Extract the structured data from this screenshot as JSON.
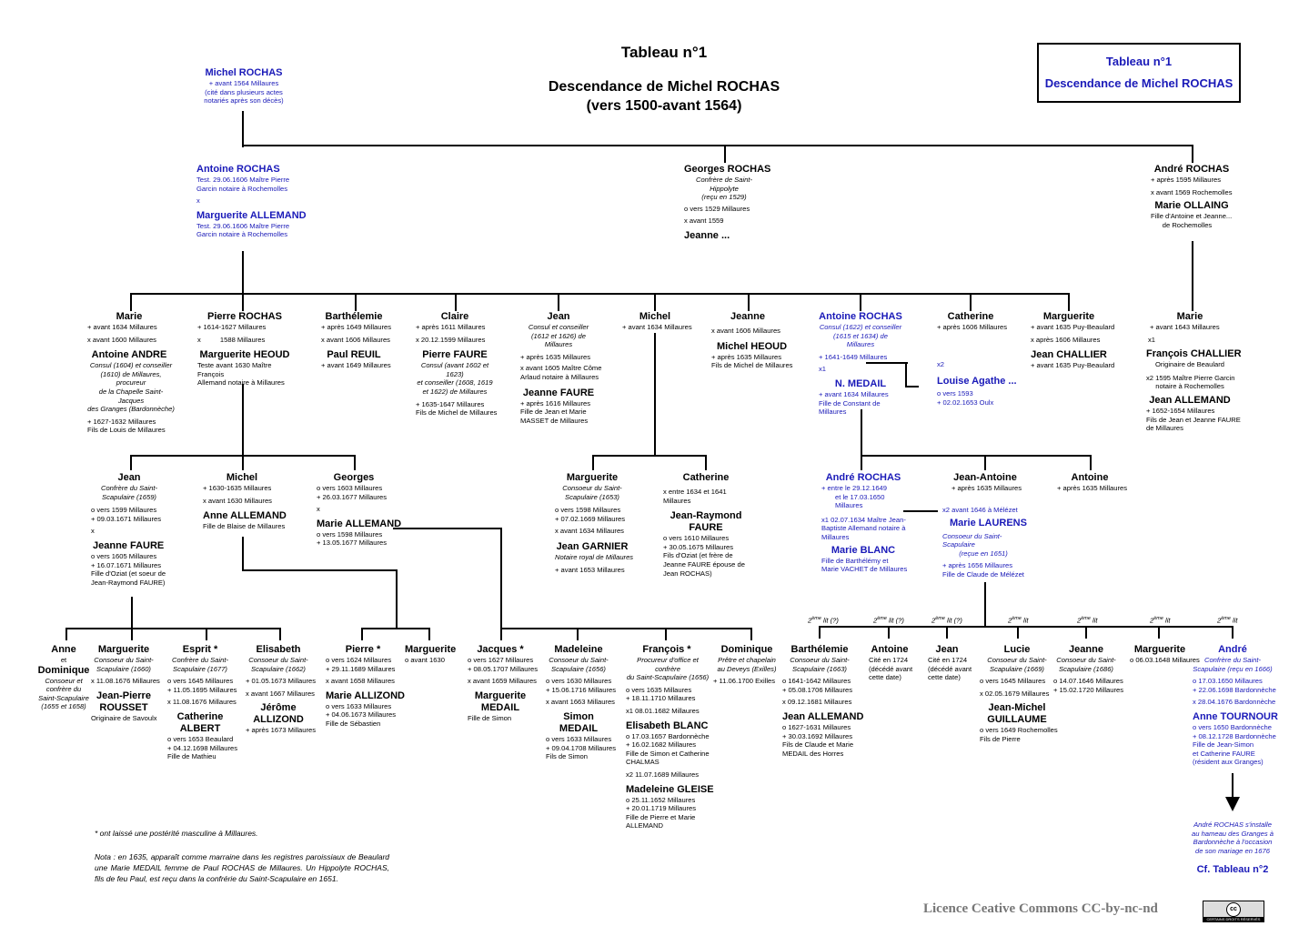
{
  "header": {
    "title1": "Tableau n°1",
    "title2": "Descendance de Michel ROCHAS",
    "title3": "(vers 1500-avant 1564)",
    "box_line1": "Tableau n°1",
    "box_line2": "Descendance de Michel ROCHAS"
  },
  "gen0": {
    "name": "Michel ROCHAS",
    "d1": "+ avant 1564 Millaures",
    "d2": "(cité dans plusieurs actes",
    "d3": "notariés après son décès)"
  },
  "gen1": {
    "antoine": {
      "name": "Antoine ROCHAS",
      "l1": "Test. 29.06.1606 Maître Pierre",
      "l2": "Garcin notaire à Rochemolles",
      "x": "x",
      "spouse": "Marguerite ALLEMAND",
      "s1": "Test. 29.06.1606 Maître Pierre",
      "s2": "Garcin notaire à Rochemolles"
    },
    "georges": {
      "name": "Georges ROCHAS",
      "l1": "Confrère de Saint-Hippolyte",
      "l2": "(reçu en 1529)",
      "l3": "o   vers 1529 Millaures",
      "l4": "x avant 1559",
      "spouse": "Jeanne ..."
    },
    "andre": {
      "name": "André ROCHAS",
      "l1": "+ après 1595 Millaures",
      "l2": "x avant 1569 Rochemolles",
      "spouse": "Marie OLLAING",
      "s1": "Fille d'Antoine et Jeanne...",
      "s2": "de Rochemolles"
    }
  },
  "gen2": {
    "marie": {
      "name": "Marie",
      "l1": "+ avant 1634 Millaures",
      "l2": "x avant 1600 Millaures",
      "spouse": "Antoine ANDRE",
      "s1": "Consul (1604) et conseiller",
      "s2": "(1610) de Millaures, procureur",
      "s3": "de la Chapelle Saint-Jacques",
      "s4": "des Granges (Bardonnèche)",
      "s5": "+ 1627-1632 Millaures",
      "s6": "Fils de Louis de Millaures"
    },
    "pierre": {
      "name": "Pierre ROCHAS",
      "l1": "+ 1614-1627 Millaures",
      "l2": "x          1588 Millaures",
      "spouse": "Marguerite HEOUD",
      "s1": "Teste avant 1630 Maître François",
      "s2": "Allemand notaire à Millaures"
    },
    "barthelemie": {
      "name": "Barthélemie",
      "l1": "+ après 1649 Millaures",
      "l2": "x avant 1606 Millaures",
      "spouse": "Paul REUIL",
      "s1": "+ avant 1649 Millaures"
    },
    "claire": {
      "name": "Claire",
      "l1": "+ après 1611 Millaures",
      "l2": "x 20.12.1599 Millaures",
      "spouse": "Pierre FAURE",
      "s1": "Consul (avant 1602 et 1623)",
      "s2": "et conseiller (1608, 1619",
      "s3": "et 1622) de Millaures",
      "s4": "+ 1635-1647 Millaures",
      "s5": "Fils de Michel de Millaures"
    },
    "jean": {
      "name": "Jean",
      "l1": "Consul et conseiller",
      "l2": "(1612 et 1626) de Millaures",
      "l3": "+ après 1635 Millaures",
      "l4": "x avant 1605 Maître Côme",
      "l5": "Arlaud notaire à Millaures",
      "spouse": "Jeanne FAURE",
      "s1": "+ après 1616 Millaures",
      "s2": "Fille de Jean et Marie",
      "s3": "MASSET de Millaures"
    },
    "michel": {
      "name": "Michel",
      "l1": "+ avant 1634 Millaures"
    },
    "jeanne": {
      "name": "Jeanne",
      "l1": "x avant 1606 Millaures",
      "spouse": "Michel HEOUD",
      "s1": "+ après 1635 Millaures",
      "s2": "Fils de Michel de Millaures"
    },
    "antoine": {
      "name": "Antoine ROCHAS",
      "l1": "Consul (1622) et conseiller",
      "l2": "(1615 et 1634) de Millaures",
      "l3": "+ 1641-1649 Millaures",
      "x1": "x1",
      "x2": "x2",
      "spouse1": "N. MEDAIL",
      "s1a": "+ avant 1634 Millaures",
      "s1b": "Fille de Constant de Millaures",
      "spouse2": "Louise Agathe ...",
      "s2a": "o   vers 1593",
      "s2b": "+ 02.02.1653 Oulx"
    },
    "catherine": {
      "name": "Catherine",
      "l1": "+ après 1606 Millaures"
    },
    "marguerite": {
      "name": "Marguerite",
      "l1": "+ avant 1635 Puy-Beaulard",
      "l2": "x après 1606 Millaures",
      "spouse": "Jean CHALLIER",
      "s1": "+ avant 1635 Puy-Beaulard"
    },
    "marie2": {
      "name": "Marie",
      "l1": "+ avant 1643 Millaures",
      "x1": "x1",
      "spouse1": "François CHALLIER",
      "s1": "Originaire de Beaulard",
      "x2": "x2 1595 Maître Pierre Garcin",
      "x2b": "notaire à Rochemolles",
      "spouse2": "Jean ALLEMAND",
      "s2a": "+  1652-1654 Millaures",
      "s2b": "Fils de Jean et Jeanne FAURE",
      "s2c": "de Millaures"
    }
  },
  "gen3": {
    "jean": {
      "name": "Jean",
      "l1": "Confrère du Saint-",
      "l2": "Scapulaire (1659)",
      "l3": "o   vers 1599 Millaures",
      "l4": "+ 09.03.1671 Millaures",
      "x": "x",
      "spouse": "Jeanne FAURE",
      "s1": "o   vers 1605 Millaures",
      "s2": "+ 16.07.1671 Millaures",
      "s3": "Fille d'Oziat (et soeur de",
      "s4": "Jean-Raymond FAURE)"
    },
    "michel": {
      "name": "Michel",
      "l1": "+ 1630-1635 Millaures",
      "l2": "x avant 1630 Millaures",
      "spouse": "Anne ALLEMAND",
      "s1": "Fille de Blaise de Millaures"
    },
    "georges": {
      "name": "Georges",
      "l1": "o   vers 1603 Millaures",
      "l2": "+ 26.03.1677 Millaures",
      "x": "x",
      "spouse": "Marie ALLEMAND",
      "s1": "o   vers 1598 Millaures",
      "s2": "+ 13.05.1677 Millaures"
    },
    "marguerite": {
      "name": "Marguerite",
      "l1": "Consoeur du Saint-",
      "l2": "Scapulaire (1653)",
      "l3": "o   vers 1598 Millaures",
      "l4": "+ 07.02.1669 Millaures",
      "l5": "x avant 1634 Millaures",
      "spouse": "Jean GARNIER",
      "s1": "Notaire royal de Millaures",
      "s2": "+ avant 1653 Millaures"
    },
    "catherine": {
      "name": "Catherine",
      "l1": "x entre 1634 et 1641 Millaures",
      "spouse1": "Jean-Raymond",
      "spouse2": "FAURE",
      "s1": "o   vers 1610 Millaures",
      "s2": "+ 30.05.1675 Millaures",
      "s3": "Fils d'Oziat (et frère de",
      "s4": "Jeanne FAURE épouse de",
      "s5": "Jean ROCHAS)"
    },
    "andre": {
      "name": "André ROCHAS",
      "l1": "+ entre le 29.12.1649",
      "l2": "et le 17.03.1650 Millaures",
      "l3": "x1 02.07.1634 Maître Jean-",
      "l4": "Baptiste Allemand notaire à",
      "l5": "Millaures",
      "spouse": "Marie BLANC",
      "s1": "Fille de Barthélémy et",
      "s2": "Marie VACHET de Millaures",
      "x2": "x2 avant 1646 à Mélézet",
      "spouse2": "Marie LAURENS",
      "t1": "Consoeur du Saint-Scapulaire",
      "t2": "(reçue en 1651)",
      "t3": "+ après 1656 Millaures",
      "t4": "Fille de Claude de Mélézet"
    },
    "jeanantoine": {
      "name": "Jean-Antoine",
      "l1": "+ après 1635 Millaures"
    },
    "antoine": {
      "name": "Antoine",
      "l1": "+ après 1635 Millaures"
    }
  },
  "gen4": {
    "anne": {
      "name1": "Anne",
      "et": "et",
      "name2": "Dominique",
      "l1": "Consoeur et",
      "l2": "confrère du",
      "l3": "Saint-Scapulaire",
      "l4": "(1655 et 1658)"
    },
    "marguerite": {
      "name": "Marguerite",
      "l1": "Consoeur du Saint-",
      "l2": "Scapulaire (1660)",
      "l3": "x 11.08.1676 Millaures",
      "spouse1": "Jean-Pierre",
      "spouse2": "ROUSSET",
      "s1": "Originaire de Savoulx"
    },
    "esprit": {
      "name": "Esprit *",
      "l1": "Confrère du Saint-",
      "l2": "Scapulaire (1677)",
      "l3": "o   vers 1645 Millaures",
      "l4": "+ 11.05.1695 Millaures",
      "l5": "x 11.08.1676 Millaures",
      "spouse1": "Catherine",
      "spouse2": "ALBERT",
      "s1": "o   vers 1653 Beaulard",
      "s2": "+ 04.12.1698 Millaures",
      "s3": "Fille de Mathieu"
    },
    "elisabeth": {
      "name": "Elisabeth",
      "l1": "Consoeur du Saint-",
      "l2": "Scapulaire (1662)",
      "l3": "+ 01.05.1673 Millaures",
      "l4": "x  avant 1667 Millaures",
      "spouse1": "Jérôme",
      "spouse2": "ALLIZOND",
      "s1": "+ après 1673 Millaures"
    },
    "pierre": {
      "name": "Pierre *",
      "l1": "o   vers 1624 Millaures",
      "l2": "+ 29.11.1689 Millaures",
      "l3": "x  avant 1658 Millaures",
      "spouse": "Marie ALLIZOND",
      "s1": "o   vers 1633 Millaures",
      "s2": "+ 04.06.1673 Millaures",
      "s3": "Fille de Sébastien"
    },
    "marguerite2": {
      "name": "Marguerite",
      "l1": "o avant 1630"
    },
    "jacques": {
      "name": "Jacques *",
      "l1": "o   vers 1627 Millaures",
      "l2": "+ 08.05.1707 Millaures",
      "l3": "x  avant 1659 Millaures",
      "spouse1": "Marguerite",
      "spouse2": "MEDAIL",
      "s1": "Fille de Simon"
    },
    "madeleine": {
      "name": "Madeleine",
      "l1": "Consoeur du Saint-",
      "l2": "Scapulaire (1656)",
      "l3": "o   vers 1630 Millaures",
      "l4": "+ 15.06.1716 Millaures",
      "l5": "x  avant 1663 Millaures",
      "spouse1": "Simon",
      "spouse2": "MEDAIL",
      "s1": "o   vers 1633 Millaures",
      "s2": "+ 09.04.1708 Millaures",
      "s3": "Fils de Simon"
    },
    "francois": {
      "name": "François *",
      "l1": "Procureur d'office et confrère",
      "l2": "du Saint-Scapulaire (1656)",
      "l3": "o    vers 1635 Millaures",
      "l4": "+   18.11.1710 Millaures",
      "l5": "x1 08.01.1682 Millaures",
      "spouse1": "Elisabeth BLANC",
      "s1": "o 17.03.1657 Bardonnèche",
      "s2": "+ 16.02.1682 Millaures",
      "s3": "Fille de Simon et Catherine",
      "s4": "CHALMAS",
      "x2": "x2 11.07.1689 Millaures",
      "spouse2": "Madeleine GLEISE",
      "t1": "o 25.11.1652 Millaures",
      "t2": "+ 20.01.1719 Millaures",
      "t3": "Fille de Pierre et Marie",
      "t4": "ALLEMAND"
    },
    "dominique": {
      "name": "Dominique",
      "l1": "Prêtre et chapelain",
      "l2": "au Deveys (Exilles)",
      "l3": "+ 11.06.1700 Exilles"
    },
    "barthelemie": {
      "lit": "2ème lit (?)",
      "name": "Barthélemie",
      "l1": "Consoeur du Saint-",
      "l2": "Scapulaire (1663)",
      "l3": "o  1641-1642 Millaures",
      "l4": "+ 05.08.1706 Millaures",
      "l5": "x 09.12.1681 Millaures",
      "spouse": "Jean ALLEMAND",
      "s1": "o  1627-1631 Millaures",
      "s2": "+ 30.03.1692 Millaures",
      "s3": "Fils de Claude et Marie",
      "s4": "MEDAIL des Horres"
    },
    "antoine": {
      "lit": "2ème lit (?)",
      "name": "Antoine",
      "l1": "Cité en 1724",
      "l2": "(décédé avant",
      "l3": "cette date)"
    },
    "jean": {
      "lit": "2ème lit (?)",
      "name": "Jean",
      "l1": "Cité en 1724",
      "l2": "(décédé avant",
      "l3": "cette date)"
    },
    "lucie": {
      "lit": "2ème lit",
      "name": "Lucie",
      "l1": "Consoeur du Saint-",
      "l2": "Scapulaire (1669)",
      "l3": "o   vers 1645 Millaures",
      "l4": "x 02.05.1679 Millaures",
      "spouse1": "Jean-Michel",
      "spouse2": "GUILLAUME",
      "s1": "o   vers 1649 Rochemolles",
      "s2": "Fils de Pierre"
    },
    "jeanne": {
      "lit": "2ème lit",
      "name": "Jeanne",
      "l1": "Consoeur du Saint-",
      "l2": "Scapulaire (1686)",
      "l3": "o 14.07.1646 Millaures",
      "l4": "+ 15.02.1720 Millaures"
    },
    "marguerite3": {
      "lit": "2ème lit",
      "name": "Marguerite",
      "l1": "o 06.03.1648 Millaures"
    },
    "andre": {
      "lit": "2ème lit",
      "name": "André",
      "l1": "Confrère du Saint-",
      "l2": "Scapulaire (reçu en 1666)",
      "l3": "o 17.03.1650 Millaures",
      "l4": "+ 22.06.1698 Bardonnèche",
      "l5": "x 28.04.1676 Bardonnèche",
      "spouse": "Anne TOURNOUR",
      "s1": "o   vers 1650 Bardonnèche",
      "s2": "+ 08.12.1728 Bardonnèche",
      "s3": "Fille de Jean-Simon",
      "s4": "et Catherine FAURE",
      "s5": "(résident aux Granges)"
    }
  },
  "footer": {
    "note1": "* ont laissé une postérité masculine à Millaures.",
    "note2": "Nota : en 1635, apparaît comme marraine dans les registres paroissiaux de Beaulard une Marie MEDAIL femme de Paul ROCHAS de Millaures. Un Hippolyte ROCHAS, fils de feu Paul, est reçu dans la confrérie du Saint-Scapulaire en 1651.",
    "andre_note1": "André ROCHAS s'installe",
    "andre_note2": "au hameau des Granges à",
    "andre_note3": "Bardonnèche à l'occasion",
    "andre_note4": "de son mariage en 1676",
    "cf": "Cf. Tableau n°2",
    "license": "Licence Ceative Commons CC-by-nc-nd",
    "cc_badge": "cc",
    "cc_small": "CERTAINS DROITS RÉSERVÉS"
  },
  "colors": {
    "blue": "#1a1ab8",
    "black": "#000000",
    "license": "#777777"
  }
}
